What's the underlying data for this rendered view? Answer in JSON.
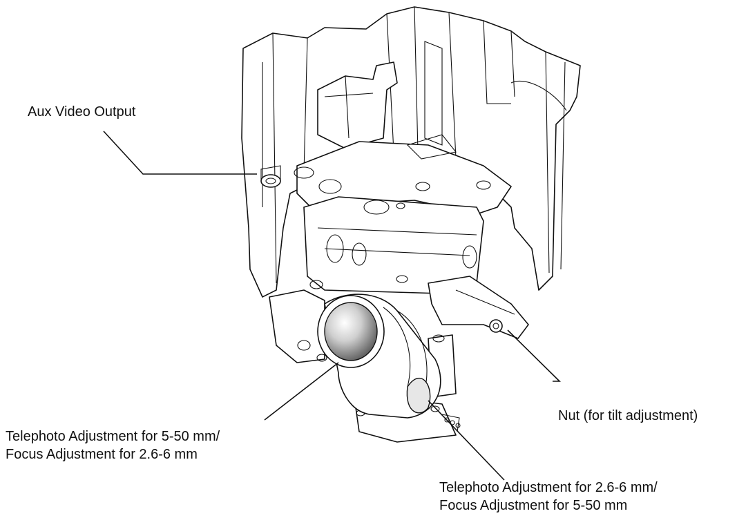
{
  "callouts": {
    "aux_video_output": "Aux Video Output",
    "nut_tilt": "Nut (for tilt adjustment)",
    "telephoto_focus_1_line1": "Telephoto Adjustment for 5-50 mm/",
    "telephoto_focus_1_line2": "Focus Adjustment for 2.6-6 mm",
    "telephoto_focus_2_line1": "Telephoto Adjustment for 2.6-6 mm/",
    "telephoto_focus_2_line2": "Focus Adjustment for 5-50 mm"
  },
  "colors": {
    "line": "#111111",
    "background": "#ffffff",
    "lens_highlight": "#ffffff",
    "lens_shadow": "#555555"
  }
}
